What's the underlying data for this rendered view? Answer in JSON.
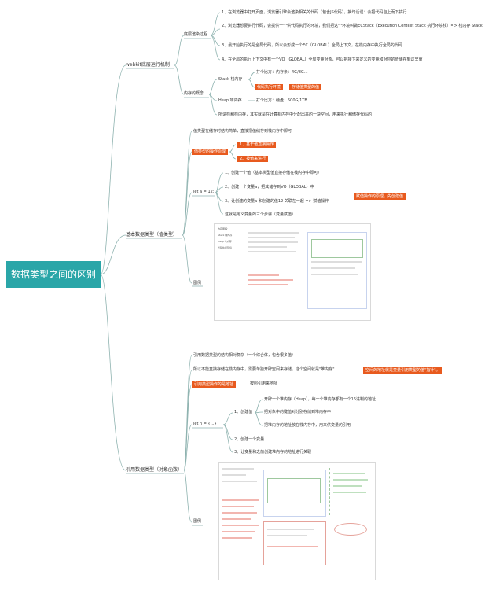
{
  "root": "数据类型之间的区别",
  "branches": {
    "webkit": {
      "label": "webkit底层运行机制",
      "stack": {
        "label": "底层渲染过程",
        "items": [
          "1、在浏览器中打开页面，浏览器引擎会渲染相关的代码（包含JS代码），换句话说：会把代码自上而下执行",
          "2、浏览器想要执行代码，会提供一个供代码执行的环境，我们把这个环境叫做ECStack（Execution Context Stack 执行环境栈）=> 栈内存 Stack",
          "3、最开始执行的是全局代码，所以会形成一个EC（GLOBAL）全局上下文，在栈内存中执行全局的代码",
          "4、在全局的执行上下文中有一个VO（GLOBAL）全局变量对象，可以把接下来定义的变量和对应的值储存到这里面"
        ]
      },
      "memory": {
        "label": "内存的概念",
        "stack_label": "Stack 栈内存",
        "stack_items": [
          "打个比方：内存条：4G/8G...",
          "代码执行环境",
          "存储值类型的值"
        ],
        "heap_label": "Heap 堆内存",
        "heap_item": "打个比方：硬盘：500G/1TB....",
        "note": "所谓栈和栈内存，其实就是在计算机内存中分配出来的一块空间，用来执行和储存代码的"
      }
    },
    "value_type": {
      "label": "基本数据类型（值类型）",
      "intro": "值类型在储存时结构简单，直接把值储存到栈内存中即可",
      "op_label": "值类型的操作原理",
      "ops": [
        "1、基于值直接操作",
        "2、按值来进行"
      ],
      "let_label": "let a = 12;",
      "steps": [
        "1、创建一个值（基本类型值直接存储在栈内存中即可）",
        "2、创建一个变量a，把其储存到VO（GLOBAL）中",
        "3、让创建的变量a 和创建的值12 关联在一起 => 赋值操作"
      ],
      "bracket_label": "赋值操作的原理，先创建值",
      "note": "这就是定义变量的三个步骤（变量赋值）",
      "diagram_label": "图例",
      "legend": [
        "内存图解：",
        "Stack 栈内存",
        "Heap 堆内存",
        "代码执行环境"
      ]
    },
    "ref_type": {
      "label": "引用数据类型（对象函数）",
      "intro": "引用数据类型的结构相对复杂（一个综合体，包含很多值）",
      "intro2": "所以不能直接存储在栈内存中，需要单独开辟空间来存储，这个空间就是\"堆内存\"",
      "intro2_hl": "空间的地址就是变量引用类型的值\"指针\"。",
      "op_label": "引用类型操作的是地址",
      "op_tail": "按照引用来地址",
      "let_label": "let n = {...}",
      "step1_label": "1、创建值",
      "step1_items": [
        "开辟一个堆内存（Heap），每一个堆内存都有一个16进制的地址",
        "把对象中的键值对分别存储到堆内存中",
        "把堆内存的地址放在栈内存中，用来供变量的引用"
      ],
      "step2": "2、创建一个变量",
      "step3": "3、让变量和之前创建堆内存的地址进行关联",
      "diagram_label": "图例"
    }
  }
}
